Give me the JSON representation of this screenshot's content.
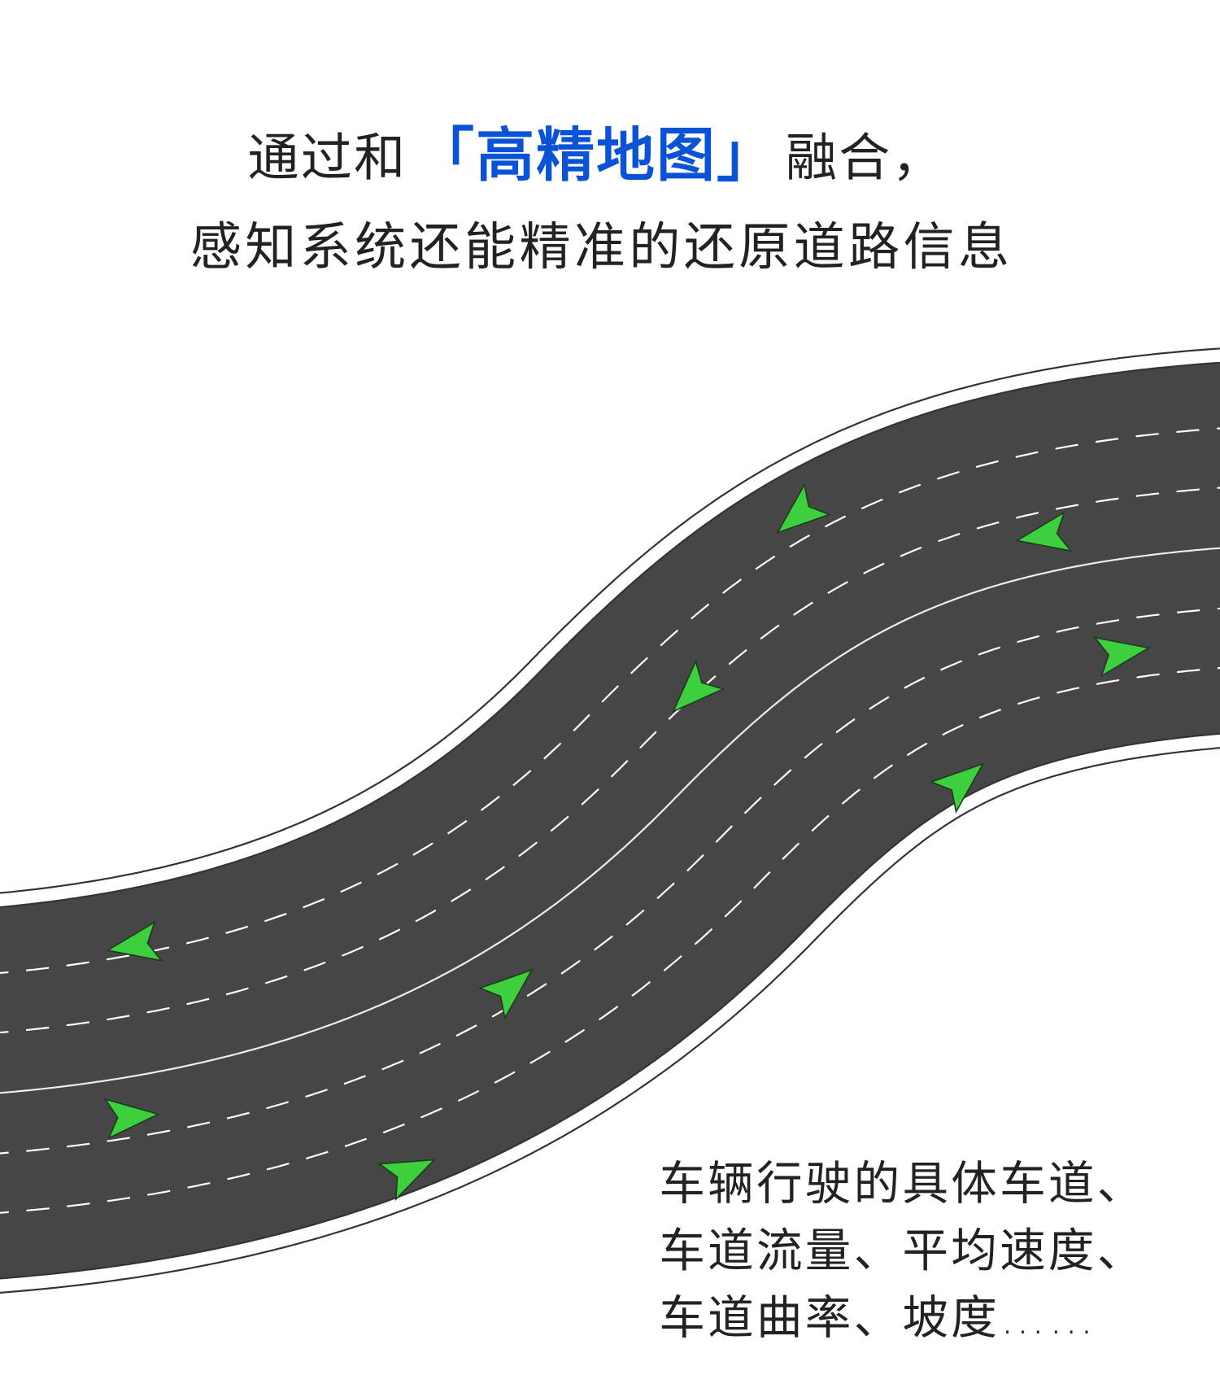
{
  "title": {
    "line1_prefix": "通过和",
    "line1_highlight": "「高精地图」",
    "line1_suffix": "融合，",
    "line2": "感知系统还能精准的还原道路信息"
  },
  "description": [
    "车辆行驶的具体车道、",
    "车道流量、平均速度、",
    "车道曲率、坡度……"
  ],
  "colors": {
    "highlight": "#0a52d6",
    "road": "#464646",
    "arrow": "#3ecf3e"
  }
}
